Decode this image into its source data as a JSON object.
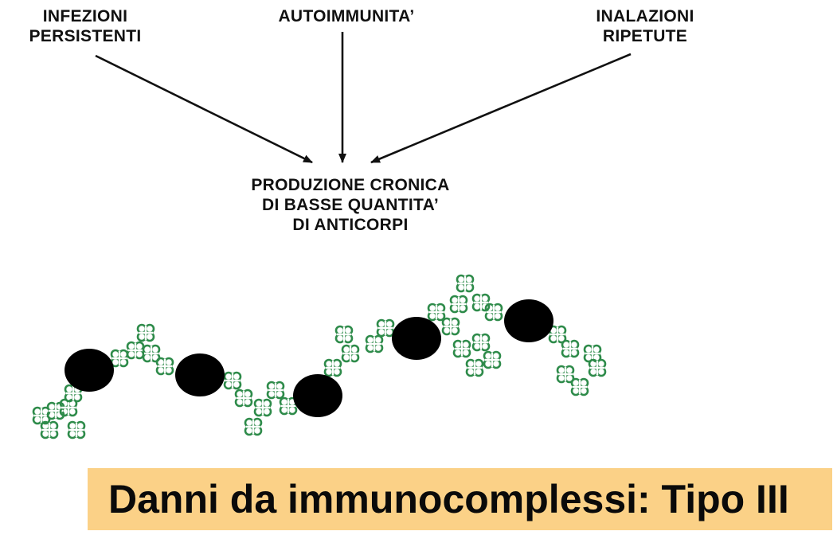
{
  "causes": [
    {
      "lines": [
        "INFEZIONI",
        "PERSISTENTI"
      ]
    },
    {
      "lines": [
        "AUTOIMMUNITA’"
      ]
    },
    {
      "lines": [
        "INALAZIONI",
        "RIPETUTE"
      ]
    }
  ],
  "result": {
    "lines": [
      "PRODUZIONE CRONICA",
      "DI BASSE QUANTITA’",
      "DI ANTICORPI"
    ]
  },
  "footer": {
    "title": "Danni da immunocomplessi: Tipo III"
  },
  "colors": {
    "antibody": "#2e8b4a",
    "antigen": "#000000",
    "arrow": "#111111",
    "footer_bg": "#fbd187"
  },
  "icons": [
    "arrow-icon",
    "antigen-icon",
    "antibody-icon"
  ]
}
